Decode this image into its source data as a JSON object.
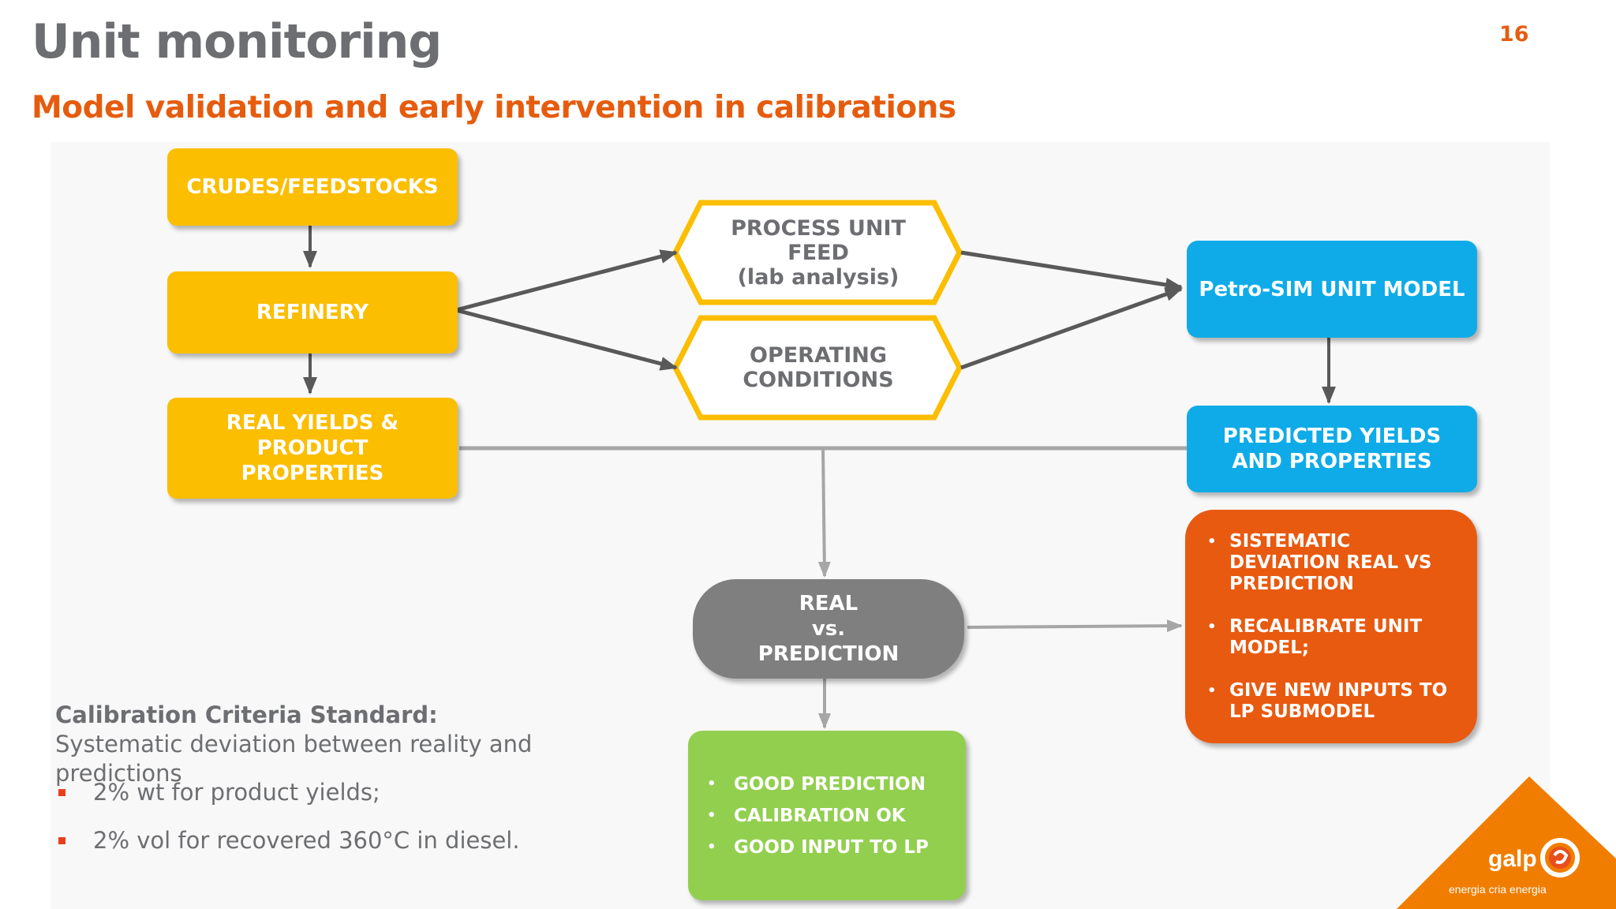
{
  "header": {
    "title": "Unit monitoring",
    "subtitle": "Model validation and early intervention in calibrations",
    "page_number": "16"
  },
  "nodes": {
    "crudes": "CRUDES/FEEDSTOCKS",
    "refinery": "REFINERY",
    "real_yields": "REAL YIELDS & PRODUCT PROPERTIES",
    "process_feed": [
      "PROCESS UNIT",
      "FEED",
      "(lab analysis)"
    ],
    "operating": [
      "OPERATING",
      "CONDITIONS"
    ],
    "petrosim": "Petro-SIM UNIT MODEL",
    "predicted": "PREDICTED YIELDS AND PROPERTIES",
    "real_vs": [
      "REAL",
      "vs.",
      "PREDICTION"
    ],
    "good_items": [
      "GOOD PREDICTION",
      "CALIBRATION OK",
      "GOOD INPUT TO LP"
    ],
    "deviation_items": [
      "SISTEMATIC DEVIATION REAL VS PREDICTION",
      "RECALIBRATE UNIT MODEL;",
      "GIVE NEW INPUTS TO LP SUBMODEL"
    ]
  },
  "criteria": {
    "lead": "Calibration Criteria Standard:",
    "text": " Systematic deviation between reality and predictions",
    "items": [
      "2% wt for product yields;",
      "2% vol for recovered 360°C in diesel."
    ]
  },
  "logo": {
    "brand": "galp",
    "tagline": "energia cria energia",
    "colors": {
      "orange": "#f07d00",
      "red": "#e84e1b"
    }
  },
  "colors": {
    "title_gray": "#6d6e71",
    "accent_orange": "#e65c0f",
    "yellow": "#fbbe00",
    "blue": "#0fabe8",
    "gray": "#7f7f80",
    "green": "#92cf4f",
    "orange_box": "#e85a10",
    "arrow_dark": "#595959",
    "arrow_light": "#a6a6a6"
  }
}
